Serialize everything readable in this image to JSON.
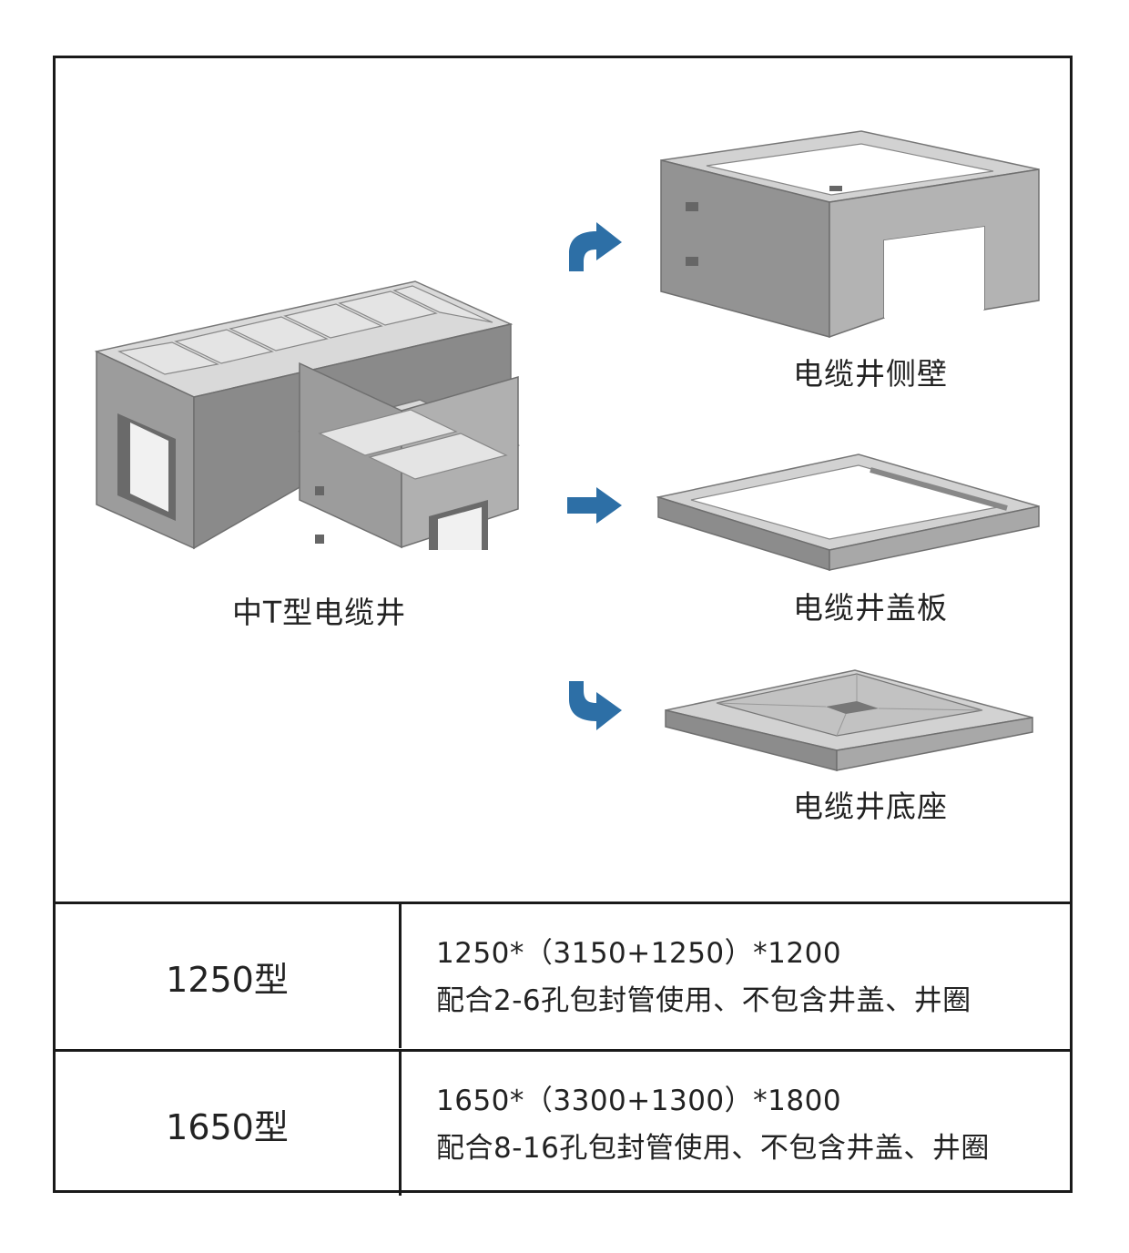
{
  "captions": {
    "main_well": "中T型电缆井",
    "side_wall": "电缆井侧壁",
    "cover_plate": "电缆井盖板",
    "base": "电缆井底座"
  },
  "colors": {
    "arrow": "#2d6fa6",
    "concrete_top": "#cfcfcf",
    "concrete_side": "#8c8c8c",
    "concrete_front": "#a3a3a3",
    "border": "#1a1a1a"
  },
  "specs": [
    {
      "model": "1250型",
      "dimensions": "1250*（3150+1250）*1200",
      "note": "配合2-6孔包封管使用、不包含井盖、井圈"
    },
    {
      "model": "1650型",
      "dimensions": "1650*（3300+1300）*1800",
      "note": "配合8-16孔包封管使用、不包含井盖、井圈"
    }
  ]
}
